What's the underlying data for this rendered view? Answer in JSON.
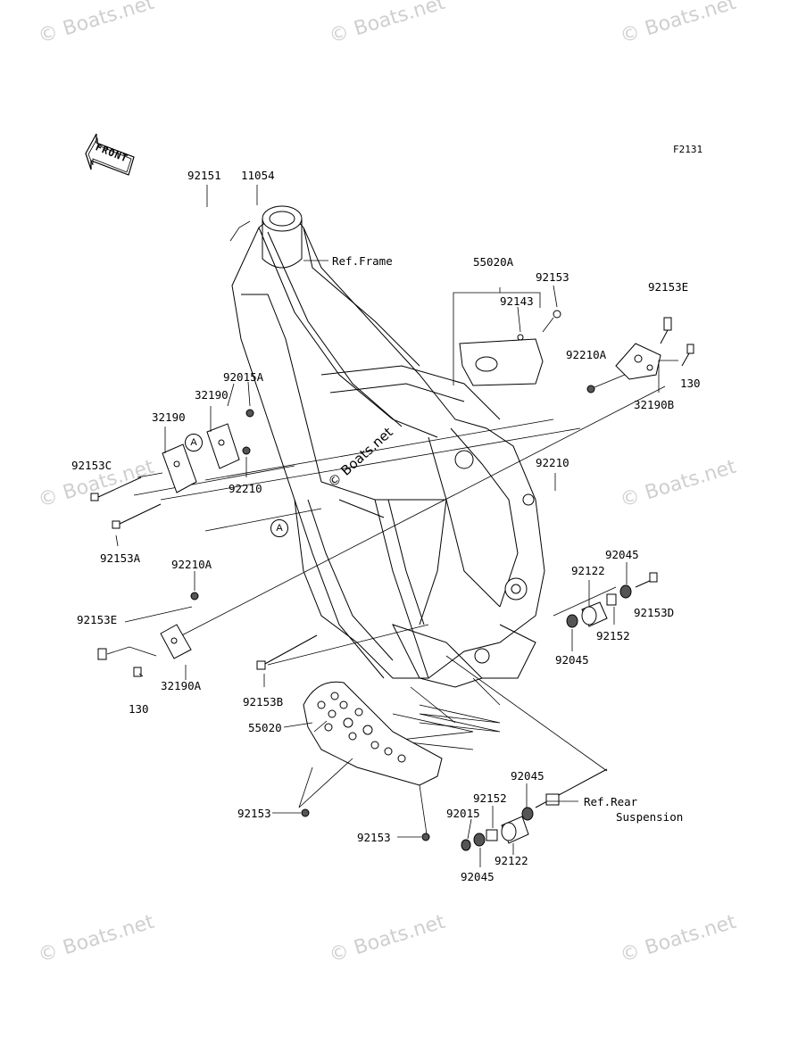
{
  "diagram_code": "F2131",
  "front_label": "FRONT",
  "watermark_text": "© Boats.net",
  "center_watermark_text": "© Boats.net",
  "ref_frame": "Ref.Frame",
  "ref_rear_line1": "Ref.Rear",
  "ref_rear_line2": "Suspension",
  "callout_a": "A",
  "parts": {
    "p92151": "92151",
    "p11054": "11054",
    "p55020A": "55020A",
    "p92153_top": "92153",
    "p92143": "92143",
    "p92153E_right": "92153E",
    "p92210A_right": "92210A",
    "p130_right": "130",
    "p32190B": "32190B",
    "p92015A": "92015A",
    "p32190_upper": "32190",
    "p32190_left": "32190",
    "p92153C": "92153C",
    "p92210_left": "92210",
    "p92153A": "92153A",
    "p92210_right": "92210",
    "p92210A_left": "92210A",
    "p92153E_left": "92153E",
    "p32190A": "32190A",
    "p130_left": "130",
    "p92153B": "92153B",
    "p92045_a": "92045",
    "p92122_a": "92122",
    "p92153D": "92153D",
    "p92152_a": "92152",
    "p92045_b": "92045",
    "p55020": "55020",
    "p92153_bottom_left": "92153",
    "p92153_bottom_mid": "92153",
    "p92045_c": "92045",
    "p92152_b": "92152",
    "p92015": "92015",
    "p92122_b": "92122",
    "p92045_d": "92045"
  }
}
